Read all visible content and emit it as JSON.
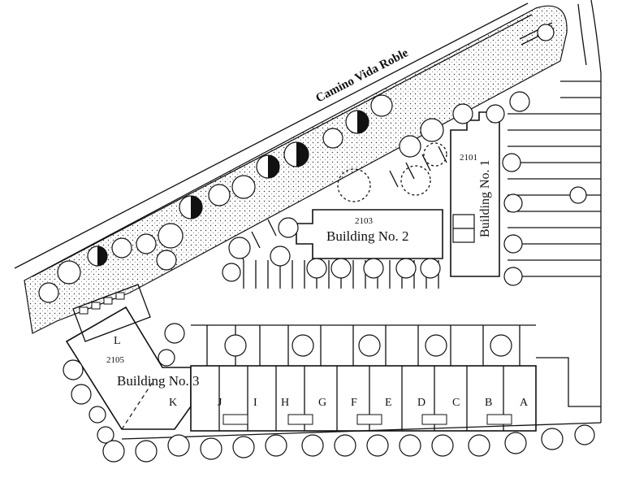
{
  "map": {
    "road_name": "Camino Vida Roble",
    "buildings": [
      {
        "name": "Building No. 1",
        "number": "2101"
      },
      {
        "name": "Building No. 2",
        "number": "2103"
      },
      {
        "name": "Building No. 3",
        "number": "2105"
      }
    ],
    "unit_letters": [
      "L",
      "K",
      "J",
      "I",
      "H",
      "G",
      "F",
      "E",
      "D",
      "C",
      "B",
      "A"
    ]
  }
}
